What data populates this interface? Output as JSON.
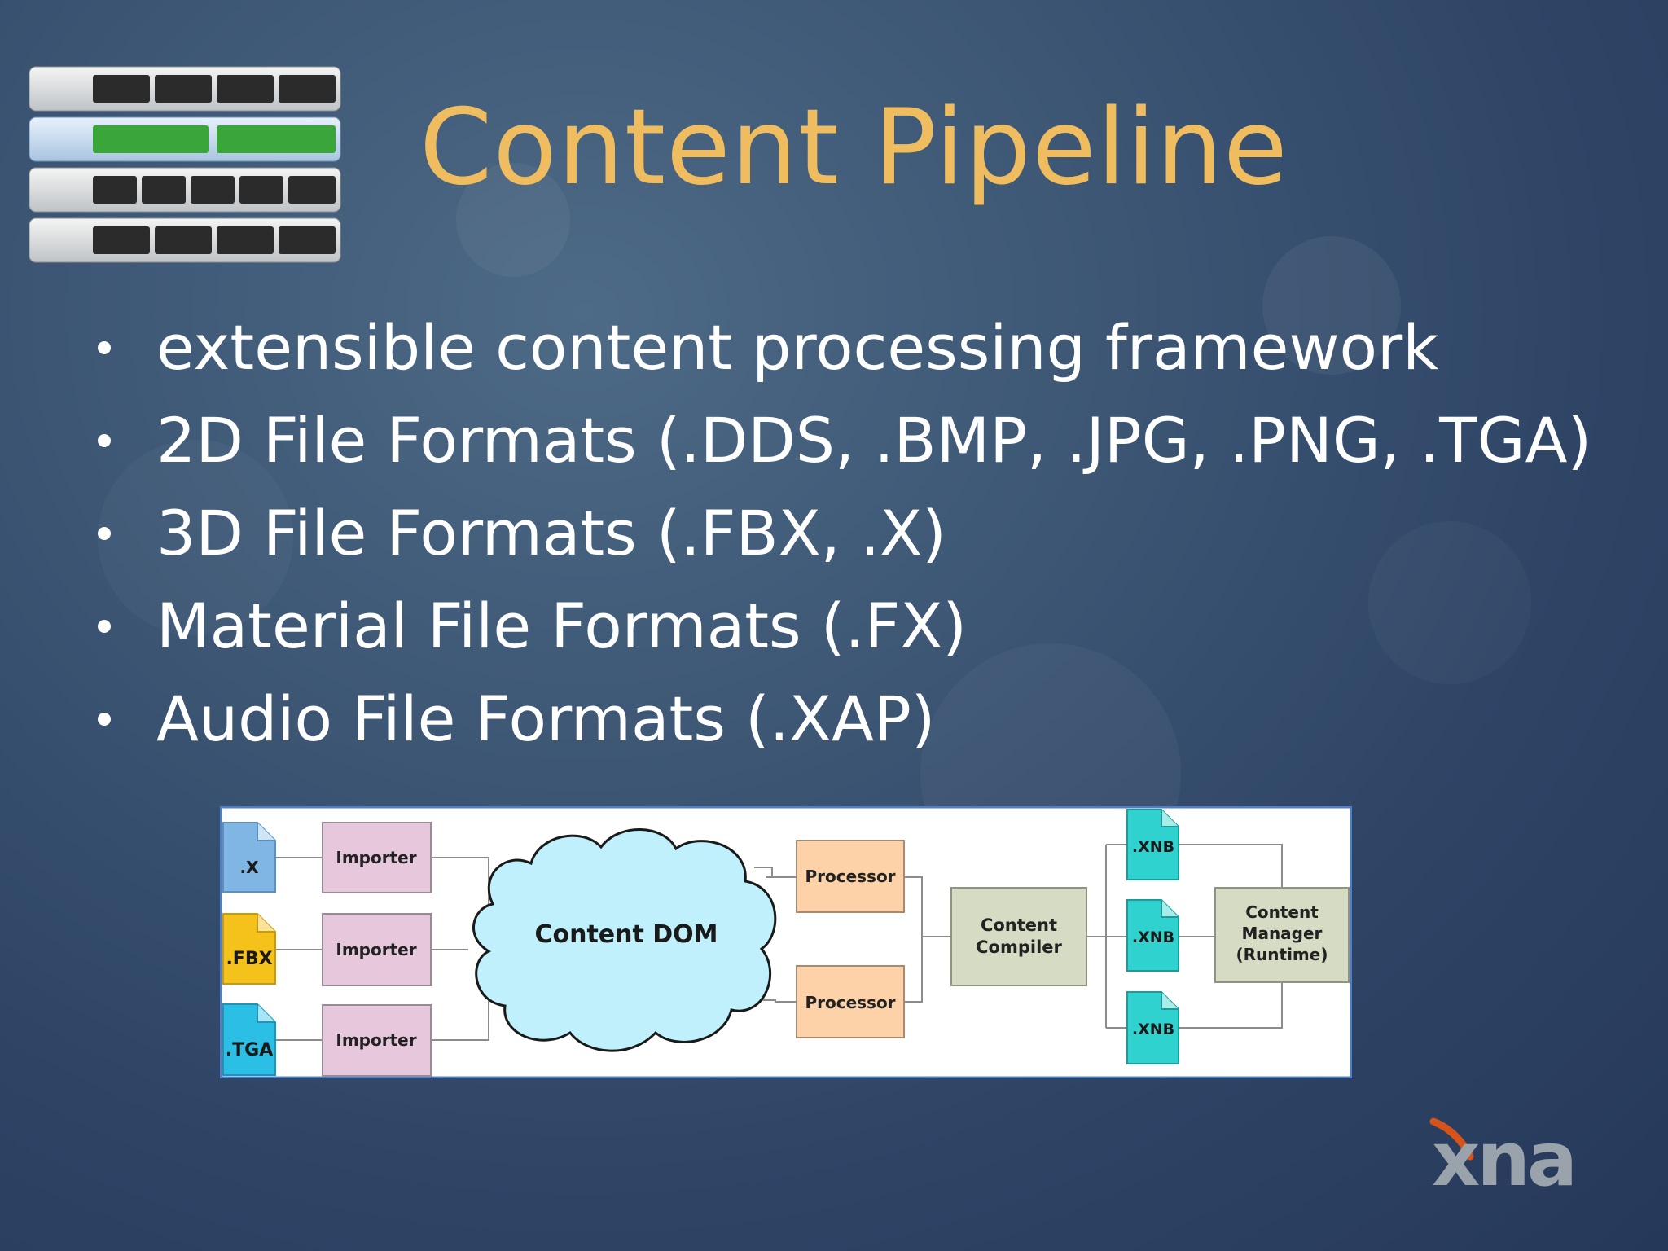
{
  "slide": {
    "title": "Content Pipeline",
    "bullets": [
      "extensible content processing framework",
      "2D File Formats (.DDS, .BMP, .JPG, .PNG, .TGA)",
      "3D File Formats (.FBX, .X)",
      "Material File Formats (.FX)",
      "Audio File Formats (.XAP)"
    ]
  },
  "diagram": {
    "inputs": [
      {
        "label": ".X",
        "color": "#7fb6e4"
      },
      {
        "label": ".FBX",
        "color": "#f4c21a"
      },
      {
        "label": ".TGA",
        "color": "#2bbfe6"
      }
    ],
    "importers": [
      "Importer",
      "Importer",
      "Importer"
    ],
    "content_dom": "Content DOM",
    "processors": [
      "Processor",
      "Processor"
    ],
    "compiler": [
      "Content",
      "Compiler"
    ],
    "outputs": [
      ".XNB",
      ".XNB",
      ".XNB"
    ],
    "manager": [
      "Content",
      "Manager",
      "(Runtime)"
    ],
    "colors": {
      "importer_fill": "#e6c7dc",
      "cloud_fill": "#bff0fb",
      "processor_fill": "#fdd2a8",
      "compiler_fill": "#d6dcc4",
      "xnb_fill": "#2fd2cf",
      "frame_border": "#4f80c7"
    }
  },
  "logo": {
    "text": "xna"
  },
  "colors": {
    "title": "#efbd5f",
    "text": "#ffffff",
    "background": "#35506f"
  }
}
